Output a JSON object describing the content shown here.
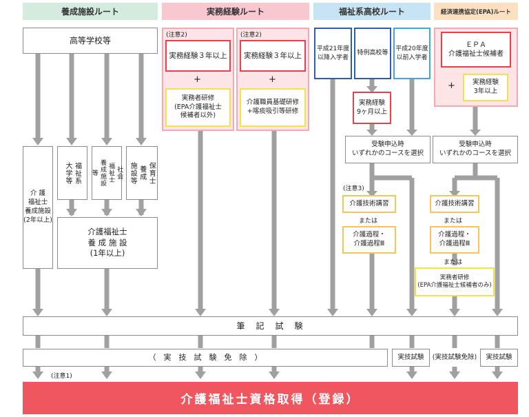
{
  "headers": {
    "yosei": "養成施設ルート",
    "jitsumu": "実務経験ルート",
    "fukushi": "福祉系高校ルート",
    "epa": "経済連携協定(EPA)ルート"
  },
  "yosei": {
    "high_school": "高等学校等",
    "kaigo_fukushishi_yosei": "介 護\n福祉士\n養成施設\n(2年以上)",
    "fukushi_daigaku": "福祉系\n大学等",
    "shakai_fukushishi": "社会\n福祉士\n養成施設\n等",
    "hoikushi": "保育士\n養成\n施設等",
    "kaigo_yosei_1nen": "介護福祉士\n養 成 施 設\n(1年以上)"
  },
  "jitsumu": {
    "note_a": "(注意2)",
    "exp_a": "実務経験３年以上",
    "plus_a": "+",
    "training_a": "実務者研修\n(EPA介護福祉士\n候補者以外)",
    "note_b": "(注意2)",
    "exp_b": "実務経験３年以上",
    "plus_b": "+",
    "training_b": "介護職員基礎研修\n+喀痰吸引等研修"
  },
  "fukushi": {
    "h21": "平成21年度\n以降入学者",
    "tokurei": "特例高校等",
    "h20": "平成20年度\n以前入学者",
    "exp9": "実務経験\n9ヶ月以上",
    "select": "受験申込時\nいずれかのコースを選択",
    "note3": "(注意3)",
    "gijutsu": "介護技術講習",
    "or1": "または",
    "katei": "介護過程・\n介護過程Ⅲ"
  },
  "epa": {
    "candidate": "ＥＰＡ\n介護福祉士候補者",
    "plus": "+",
    "exp3": "実務経験\n3年以上",
    "select": "受験申込時\nいずれかのコースを選択",
    "gijutsu": "介護技術講習",
    "or1": "または",
    "katei": "介護過程・\n介護過程Ⅲ",
    "or2": "または",
    "jitsumusha": "実務者研修\n(EPA介護福祉士候補者のみ)"
  },
  "bottom": {
    "hikki": "筆　記　試　験",
    "menjo": "（　実　技　試　験　免　除　）",
    "jitsugi1": "実技試験",
    "jitsugi_menjo": "(実技試験免除)",
    "jitsugi2": "実技試験",
    "note1": "(注意1)",
    "final": "介護福祉士資格取得（登録）"
  }
}
